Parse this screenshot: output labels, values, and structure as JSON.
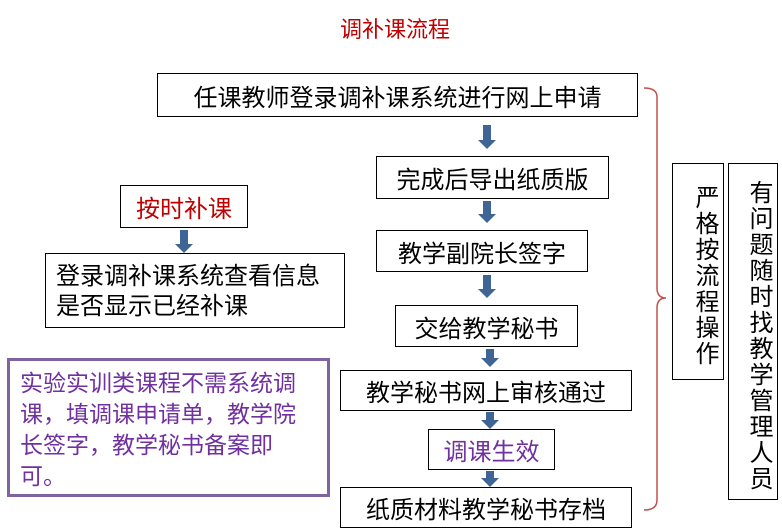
{
  "title": "调补课流程",
  "steps": [
    "任课教师登录调补课系统进行网上申请",
    "完成后导出纸质版",
    "教学副院长签字",
    "交给教学秘书",
    "教学秘书网上审核通过",
    "调课生效",
    "纸质材料教学秘书存档"
  ],
  "side_notes": [
    "严格按流程操作",
    "有问题随时找教学管理人员"
  ],
  "makeup": {
    "label": "按时补课",
    "detail": "登录调补课系统查看信息是否显示已经补课"
  },
  "lab_note": "实验实训类课程不需系统调课，填调课申请单，教学院长签字，教学秘书备案即可。",
  "colors": {
    "title": "#c00000",
    "arrow": "#3f6596",
    "purple": "#7030a0",
    "bracket": "#c0504d"
  }
}
